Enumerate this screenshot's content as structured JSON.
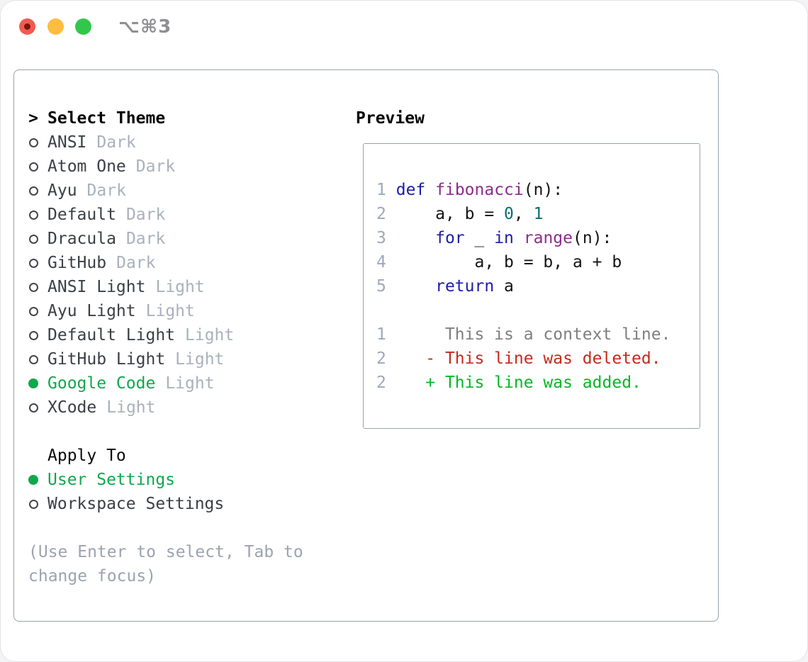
{
  "window": {
    "title_shortcut": "⌥⌘3",
    "traffic_lights": {
      "close": "#f05b51",
      "minimize": "#fdbd40",
      "zoom": "#32c74c"
    }
  },
  "colors": {
    "accent_green": "#0fa84c",
    "item_text": "#3b3f45",
    "muted": "#a9b1bc",
    "hint": "#9ba3b0",
    "line_number": "#9fa8b8",
    "code_plain": "#141414",
    "code_keyword": "#1d1da6",
    "code_title": "#8d2c8d",
    "code_literal": "#0b6e6e",
    "diff_context": "#7f7f7f",
    "diff_deleted": "#c62a1b",
    "diff_added": "#07b723",
    "panel_border": "#9aa2ae"
  },
  "theme_selector": {
    "prompt_marker": ">",
    "header": "Select Theme",
    "items": [
      {
        "name": "ANSI",
        "variant": "Dark",
        "selected": false
      },
      {
        "name": "Atom One",
        "variant": "Dark",
        "selected": false
      },
      {
        "name": "Ayu",
        "variant": "Dark",
        "selected": false
      },
      {
        "name": "Default",
        "variant": "Dark",
        "selected": false
      },
      {
        "name": "Dracula",
        "variant": "Dark",
        "selected": false
      },
      {
        "name": "GitHub",
        "variant": "Dark",
        "selected": false
      },
      {
        "name": "ANSI Light",
        "variant": "Light",
        "selected": false
      },
      {
        "name": "Ayu Light",
        "variant": "Light",
        "selected": false
      },
      {
        "name": "Default Light",
        "variant": "Light",
        "selected": false
      },
      {
        "name": "GitHub Light",
        "variant": "Light",
        "selected": false
      },
      {
        "name": "Google Code",
        "variant": "Light",
        "selected": true
      },
      {
        "name": "XCode",
        "variant": "Light",
        "selected": false
      }
    ]
  },
  "apply_to": {
    "header": "Apply To",
    "options": [
      {
        "label": "User Settings",
        "selected": true
      },
      {
        "label": "Workspace Settings",
        "selected": false
      }
    ]
  },
  "hint_lines": [
    "(Use Enter to select, Tab to",
    "change focus)"
  ],
  "preview": {
    "title": "Preview",
    "lines": [
      {
        "num": "1",
        "segments": [
          {
            "text": " ",
            "style": "code_plain"
          },
          {
            "text": "def",
            "style": "code_keyword"
          },
          {
            "text": " ",
            "style": "code_plain"
          },
          {
            "text": "fibonacci",
            "style": "code_title"
          },
          {
            "text": "(n):",
            "style": "code_plain"
          }
        ]
      },
      {
        "num": "2",
        "segments": [
          {
            "text": "     a, b = ",
            "style": "code_plain"
          },
          {
            "text": "0",
            "style": "code_literal"
          },
          {
            "text": ", ",
            "style": "code_plain"
          },
          {
            "text": "1",
            "style": "code_literal"
          }
        ]
      },
      {
        "num": "3",
        "segments": [
          {
            "text": "     ",
            "style": "code_plain"
          },
          {
            "text": "for",
            "style": "code_keyword"
          },
          {
            "text": " _ ",
            "style": "code_plain"
          },
          {
            "text": "in",
            "style": "code_keyword"
          },
          {
            "text": " ",
            "style": "code_plain"
          },
          {
            "text": "range",
            "style": "code_title"
          },
          {
            "text": "(n):",
            "style": "code_plain"
          }
        ]
      },
      {
        "num": "4",
        "segments": [
          {
            "text": "         a, b = b, a + b",
            "style": "code_plain"
          }
        ]
      },
      {
        "num": "5",
        "segments": [
          {
            "text": "     ",
            "style": "code_plain"
          },
          {
            "text": "return",
            "style": "code_keyword"
          },
          {
            "text": " a",
            "style": "code_plain"
          }
        ]
      },
      {
        "num": "",
        "segments": []
      },
      {
        "num": "1",
        "segments": [
          {
            "text": "      This is a context line.",
            "style": "diff_context"
          }
        ]
      },
      {
        "num": "2",
        "segments": [
          {
            "text": "    - This line was deleted.",
            "style": "diff_deleted"
          }
        ]
      },
      {
        "num": "2",
        "segments": [
          {
            "text": "    + This line was added.",
            "style": "diff_added"
          }
        ]
      }
    ]
  }
}
